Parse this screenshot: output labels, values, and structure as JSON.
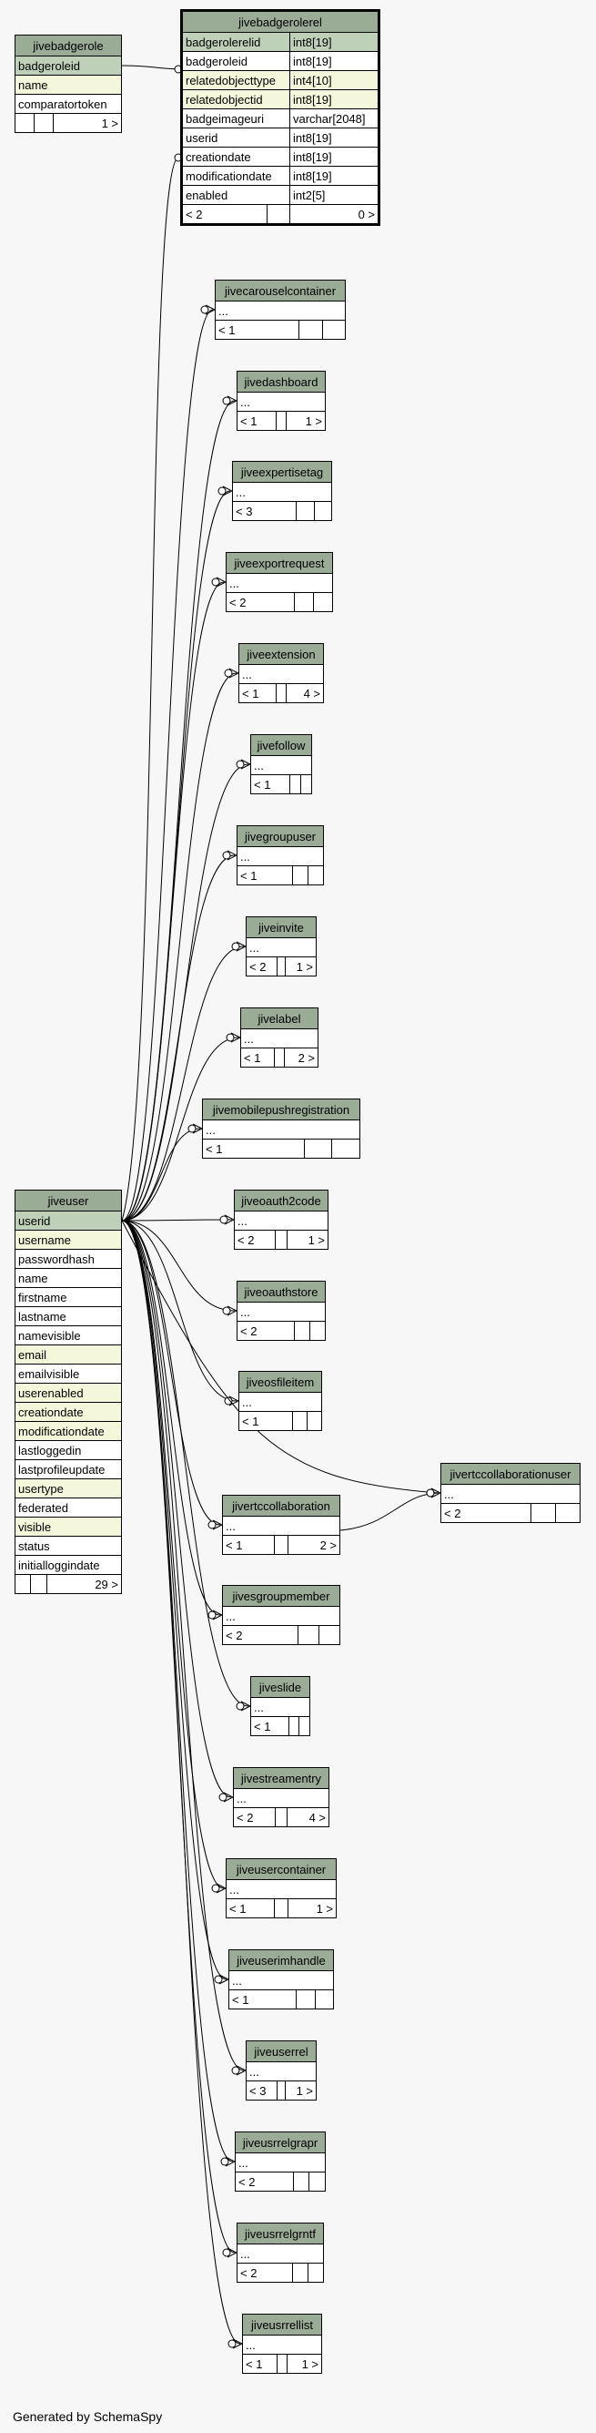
{
  "tables": [
    {
      "id": "jivebadgerole",
      "name": "jivebadgerole",
      "columns": [
        {
          "name": "badgeroleid",
          "kind": "pk"
        },
        {
          "name": "name",
          "kind": "fk"
        },
        {
          "name": "comparatortoken",
          "kind": ""
        }
      ],
      "footer": [
        "",
        "",
        "1 >"
      ]
    },
    {
      "id": "jivebadgerolerel",
      "name": "jivebadgerolerel",
      "focus": true,
      "columns": [
        {
          "name": "badgerolerelid",
          "type": "int8[19]",
          "kind": "pk"
        },
        {
          "name": "badgeroleid",
          "type": "int8[19]",
          "kind": ""
        },
        {
          "name": "relatedobjecttype",
          "type": "int4[10]",
          "kind": "fk"
        },
        {
          "name": "relatedobjectid",
          "type": "int8[19]",
          "kind": "fk"
        },
        {
          "name": "badgeimageuri",
          "type": "varchar[2048]",
          "kind": ""
        },
        {
          "name": "userid",
          "type": "int8[19]",
          "kind": ""
        },
        {
          "name": "creationdate",
          "type": "int8[19]",
          "kind": ""
        },
        {
          "name": "modificationdate",
          "type": "int8[19]",
          "kind": ""
        },
        {
          "name": "enabled",
          "type": "int2[5]",
          "kind": ""
        }
      ],
      "footer": [
        "< 2",
        "",
        "0 >"
      ]
    },
    {
      "id": "jivecarouselcontainer",
      "name": "jivecarouselcontainer",
      "columns": [
        {
          "name": "...",
          "kind": ""
        }
      ],
      "footer": [
        "< 1",
        "",
        ""
      ]
    },
    {
      "id": "jivedashboard",
      "name": "jivedashboard",
      "columns": [
        {
          "name": "...",
          "kind": ""
        }
      ],
      "footer": [
        "< 1",
        "",
        "1 >"
      ]
    },
    {
      "id": "jiveexpertisetag",
      "name": "jiveexpertisetag",
      "columns": [
        {
          "name": "...",
          "kind": ""
        }
      ],
      "footer": [
        "< 3",
        "",
        ""
      ]
    },
    {
      "id": "jiveexportrequest",
      "name": "jiveexportrequest",
      "columns": [
        {
          "name": "...",
          "kind": ""
        }
      ],
      "footer": [
        "< 2",
        "",
        ""
      ]
    },
    {
      "id": "jiveextension",
      "name": "jiveextension",
      "columns": [
        {
          "name": "...",
          "kind": ""
        }
      ],
      "footer": [
        "< 1",
        "",
        "4 >"
      ]
    },
    {
      "id": "jivefollow",
      "name": "jivefollow",
      "columns": [
        {
          "name": "...",
          "kind": ""
        }
      ],
      "footer": [
        "< 1",
        "",
        ""
      ]
    },
    {
      "id": "jivegroupuser",
      "name": "jivegroupuser",
      "columns": [
        {
          "name": "...",
          "kind": ""
        }
      ],
      "footer": [
        "< 1",
        "",
        ""
      ]
    },
    {
      "id": "jiveinvite",
      "name": "jiveinvite",
      "columns": [
        {
          "name": "...",
          "kind": ""
        }
      ],
      "footer": [
        "< 2",
        "",
        "1 >"
      ]
    },
    {
      "id": "jivelabel",
      "name": "jivelabel",
      "columns": [
        {
          "name": "...",
          "kind": ""
        }
      ],
      "footer": [
        "< 1",
        "",
        "2 >"
      ]
    },
    {
      "id": "jivemobilepushregistration",
      "name": "jivemobilepushregistration",
      "columns": [
        {
          "name": "...",
          "kind": ""
        }
      ],
      "footer": [
        "< 1",
        "",
        ""
      ]
    },
    {
      "id": "jiveoauth2code",
      "name": "jiveoauth2code",
      "columns": [
        {
          "name": "...",
          "kind": ""
        }
      ],
      "footer": [
        "< 2",
        "",
        "1 >"
      ]
    },
    {
      "id": "jiveoauthstore",
      "name": "jiveoauthstore",
      "columns": [
        {
          "name": "...",
          "kind": ""
        }
      ],
      "footer": [
        "< 2",
        "",
        ""
      ]
    },
    {
      "id": "jiveosfileitem",
      "name": "jiveosfileitem",
      "columns": [
        {
          "name": "...",
          "kind": ""
        }
      ],
      "footer": [
        "< 1",
        "",
        ""
      ]
    },
    {
      "id": "jiveuser",
      "name": "jiveuser",
      "columns": [
        {
          "name": "userid",
          "kind": "pk"
        },
        {
          "name": "username",
          "kind": "fk"
        },
        {
          "name": "passwordhash",
          "kind": ""
        },
        {
          "name": "name",
          "kind": ""
        },
        {
          "name": "firstname",
          "kind": ""
        },
        {
          "name": "lastname",
          "kind": ""
        },
        {
          "name": "namevisible",
          "kind": ""
        },
        {
          "name": "email",
          "kind": "fk"
        },
        {
          "name": "emailvisible",
          "kind": ""
        },
        {
          "name": "userenabled",
          "kind": "fk"
        },
        {
          "name": "creationdate",
          "kind": "fk"
        },
        {
          "name": "modificationdate",
          "kind": "fk"
        },
        {
          "name": "lastloggedin",
          "kind": ""
        },
        {
          "name": "lastprofileupdate",
          "kind": ""
        },
        {
          "name": "usertype",
          "kind": "fk"
        },
        {
          "name": "federated",
          "kind": ""
        },
        {
          "name": "visible",
          "kind": "fk"
        },
        {
          "name": "status",
          "kind": ""
        },
        {
          "name": "initialloggindate",
          "kind": ""
        }
      ],
      "footer": [
        "",
        "",
        "29 >"
      ]
    },
    {
      "id": "jivertccollaborationuser",
      "name": "jivertccollaborationuser",
      "columns": [
        {
          "name": "...",
          "kind": ""
        }
      ],
      "footer": [
        "< 2",
        "",
        ""
      ]
    },
    {
      "id": "jivertccollaboration",
      "name": "jivertccollaboration",
      "columns": [
        {
          "name": "...",
          "kind": ""
        }
      ],
      "footer": [
        "< 1",
        "",
        "2 >"
      ]
    },
    {
      "id": "jivesgroupmember",
      "name": "jivesgroupmember",
      "columns": [
        {
          "name": "...",
          "kind": ""
        }
      ],
      "footer": [
        "< 2",
        "",
        ""
      ]
    },
    {
      "id": "jiveslide",
      "name": "jiveslide",
      "columns": [
        {
          "name": "...",
          "kind": ""
        }
      ],
      "footer": [
        "< 1",
        "",
        ""
      ]
    },
    {
      "id": "jivestreamentry",
      "name": "jivestreamentry",
      "columns": [
        {
          "name": "...",
          "kind": ""
        }
      ],
      "footer": [
        "< 2",
        "",
        "4 >"
      ]
    },
    {
      "id": "jiveusercontainer",
      "name": "jiveusercontainer",
      "columns": [
        {
          "name": "...",
          "kind": ""
        }
      ],
      "footer": [
        "< 1",
        "",
        "1 >"
      ]
    },
    {
      "id": "jiveuserimhandle",
      "name": "jiveuserimhandle",
      "columns": [
        {
          "name": "...",
          "kind": ""
        }
      ],
      "footer": [
        "< 1",
        "",
        ""
      ]
    },
    {
      "id": "jiveuserrel",
      "name": "jiveuserrel",
      "columns": [
        {
          "name": "...",
          "kind": ""
        }
      ],
      "footer": [
        "< 3",
        "",
        "1 >"
      ]
    },
    {
      "id": "jiveusrrelgrapr",
      "name": "jiveusrrelgrapr",
      "columns": [
        {
          "name": "...",
          "kind": ""
        }
      ],
      "footer": [
        "< 2",
        "",
        ""
      ]
    },
    {
      "id": "jiveusrrelgrntf",
      "name": "jiveusrrelgrntf",
      "columns": [
        {
          "name": "...",
          "kind": ""
        }
      ],
      "footer": [
        "< 2",
        "",
        ""
      ]
    },
    {
      "id": "jiveusrrellist",
      "name": "jiveusrrellist",
      "columns": [
        {
          "name": "...",
          "kind": ""
        }
      ],
      "footer": [
        "< 1",
        "",
        "1 >"
      ]
    }
  ],
  "footer_text": "Generated by SchemaSpy"
}
